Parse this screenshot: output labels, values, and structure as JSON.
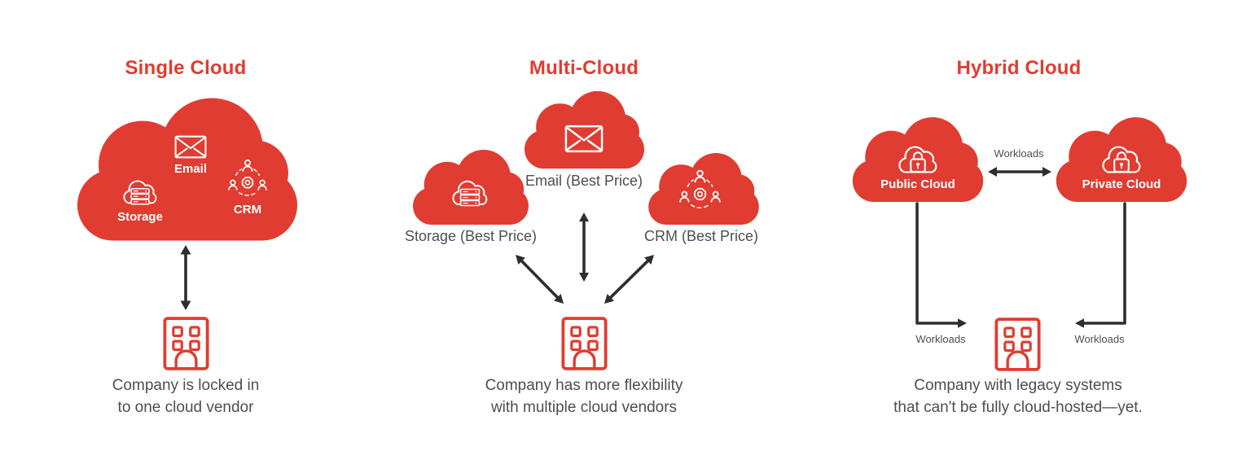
{
  "palette": {
    "red": "#E03C31",
    "label_gray": "#4E4E4E",
    "arrow_dark": "#2E2E2E",
    "white": "#FFFFFF"
  },
  "single": {
    "title": "Single Cloud",
    "email_label": "Email",
    "storage_label": "Storage",
    "crm_label": "CRM",
    "caption_line1": "Company is locked in",
    "caption_line2": "to one cloud vendor"
  },
  "multi": {
    "title": "Multi-Cloud",
    "storage_label": "Storage (Best Price)",
    "email_label": "Email (Best Price)",
    "crm_label": "CRM (Best Price)",
    "caption_line1": "Company has more flexibility",
    "caption_line2": "with multiple cloud vendors"
  },
  "hybrid": {
    "title": "Hybrid Cloud",
    "public_label": "Public Cloud",
    "private_label": "Private Cloud",
    "workloads_between": "Workloads",
    "workloads_left": "Workloads",
    "workloads_right": "Workloads",
    "caption_line1": "Company with legacy systems",
    "caption_line2": "that can't be fully cloud-hosted—yet."
  }
}
